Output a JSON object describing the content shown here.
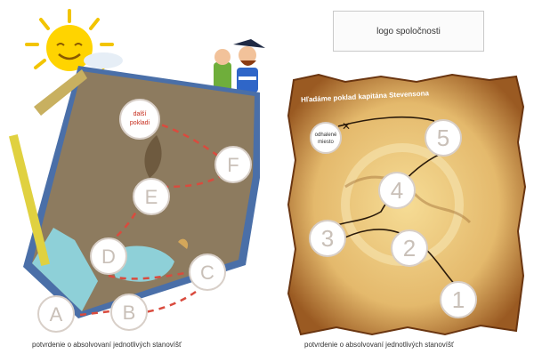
{
  "logo_text": "logo spoločnosti",
  "left_map": {
    "start_label_line1": "další",
    "start_label_line2": "pokladi",
    "stations": [
      "A",
      "B",
      "C",
      "D",
      "E",
      "F"
    ],
    "caption": "potvrdenie o absolvovaní jednotlivých stanovíšť"
  },
  "right_map": {
    "title": "Hľadáme poklad kapitána Stevensona",
    "start_label_line1": "odhalené",
    "start_label_line2": "miesto",
    "stations": [
      "1",
      "2",
      "3",
      "4",
      "5"
    ],
    "caption": "potvrdenie o absolvovaní jednotlivých stanovíšť"
  },
  "colors": {
    "route_red": "#d94b3e",
    "circle_stroke": "#d8cfc8",
    "parchment": "#e4b96c",
    "map_brown": "#8d7b5f",
    "water": "#8ed0d8"
  }
}
